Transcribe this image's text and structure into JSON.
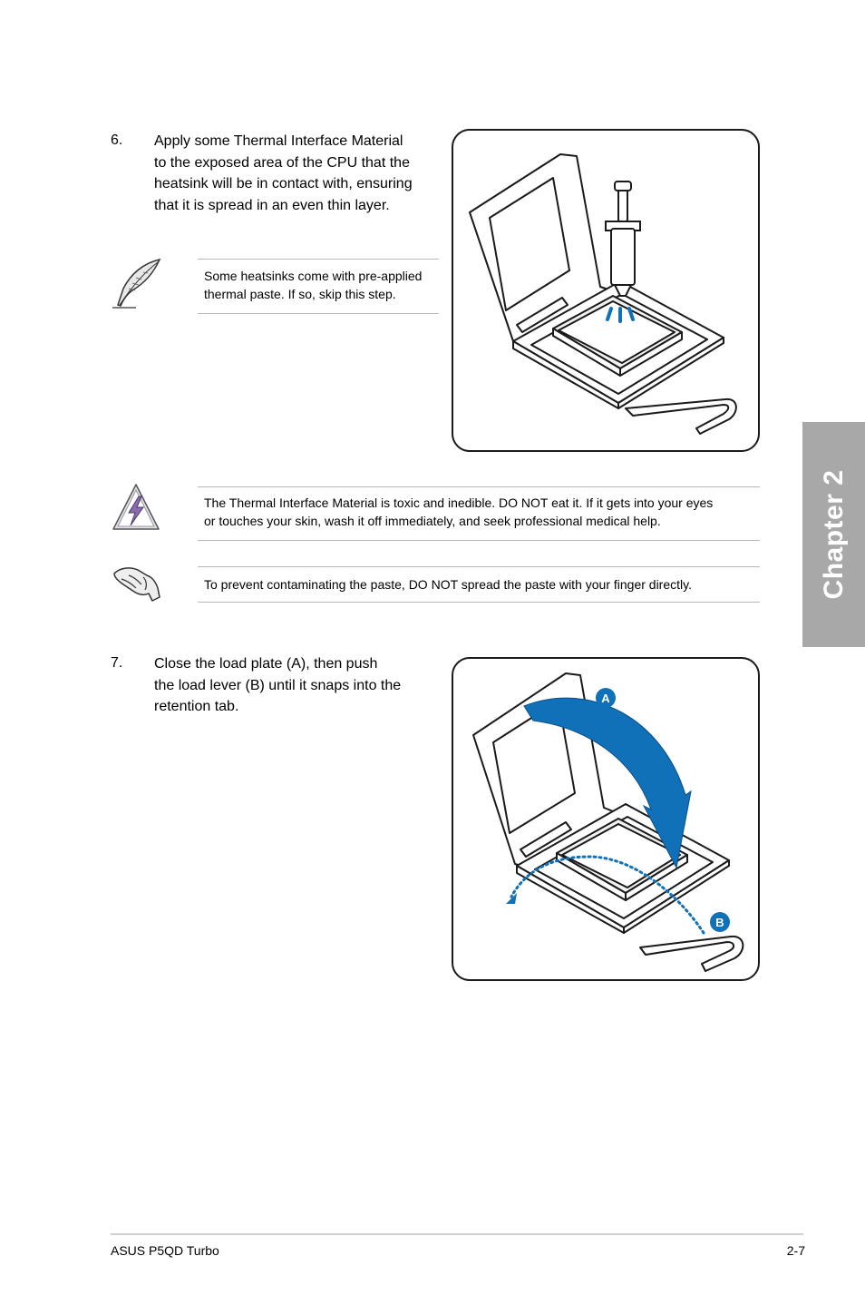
{
  "step6": {
    "number": "6.",
    "lines": [
      "Apply some Thermal Interface Material",
      "to the exposed area of the CPU that the",
      "heatsink will be in contact with, ensuring",
      "that it is spread in an even thin layer."
    ]
  },
  "note": {
    "icon": "feather-quill-icon",
    "lines": [
      "Some heatsinks come with pre-applied",
      "thermal paste. If so, skip this step."
    ]
  },
  "warning": {
    "icon": "lightning-warning-icon",
    "lines": [
      "The Thermal Interface Material is toxic and inedible. DO NOT eat it. If it gets into your eyes",
      "or touches your skin, wash it off immediately, and seek professional medical help."
    ]
  },
  "caution": {
    "icon": "hand-caution-icon",
    "text": "To prevent contaminating the paste, DO NOT spread the paste with your finger directly."
  },
  "step7": {
    "number": "7.",
    "lines": [
      "Close the load plate (A), then push",
      "the load lever (B) until it snaps into the",
      "retention tab."
    ]
  },
  "figure2": {
    "label_a": "A",
    "label_b": "B",
    "accent": "#1070b8"
  },
  "chapter_tab": {
    "label": "Chapter 2",
    "color": "#a8a8a8"
  },
  "footer": {
    "left": "ASUS P5QD Turbo",
    "right": "2-7"
  }
}
